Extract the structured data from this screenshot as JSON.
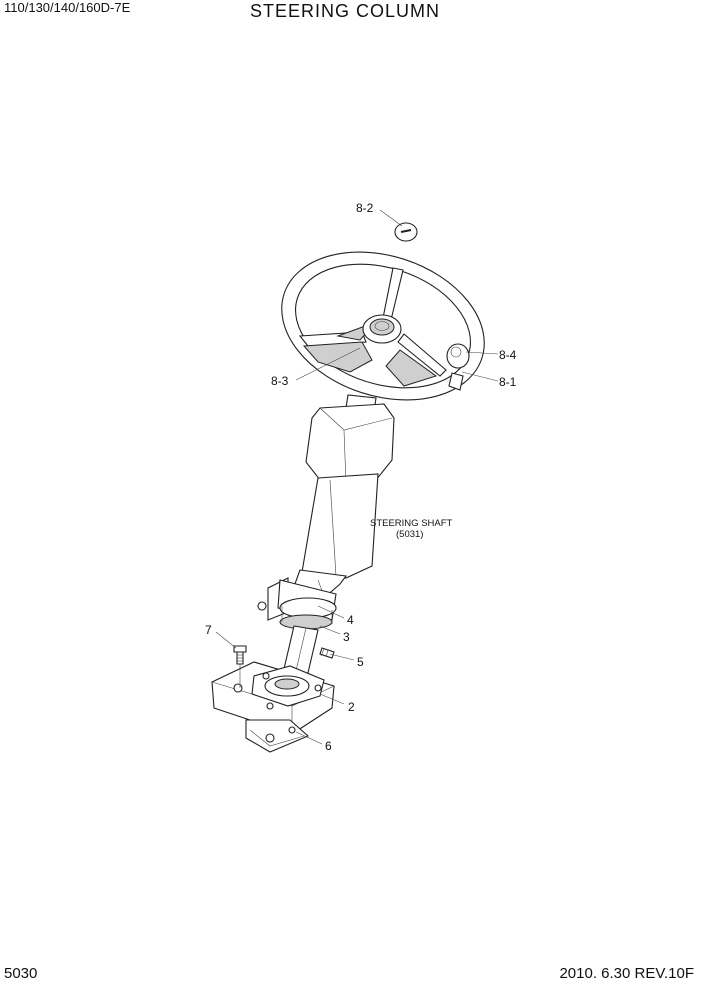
{
  "header": {
    "model": "110/130/140/160D-7E",
    "title": "STEERING COLUMN"
  },
  "footer": {
    "page_number": "5030",
    "date_revision": "2010. 6.30  REV.10F"
  },
  "diagram": {
    "note_line1": "STEERING SHAFT",
    "note_line2": "(5031)",
    "callouts": {
      "c8_2": "8-2",
      "c8_4": "8-4",
      "c8_3": "8-3",
      "c8_1": "8-1",
      "c4": "4",
      "c3": "3",
      "c7": "7",
      "c5": "5",
      "c2": "2",
      "c6": "6"
    }
  }
}
